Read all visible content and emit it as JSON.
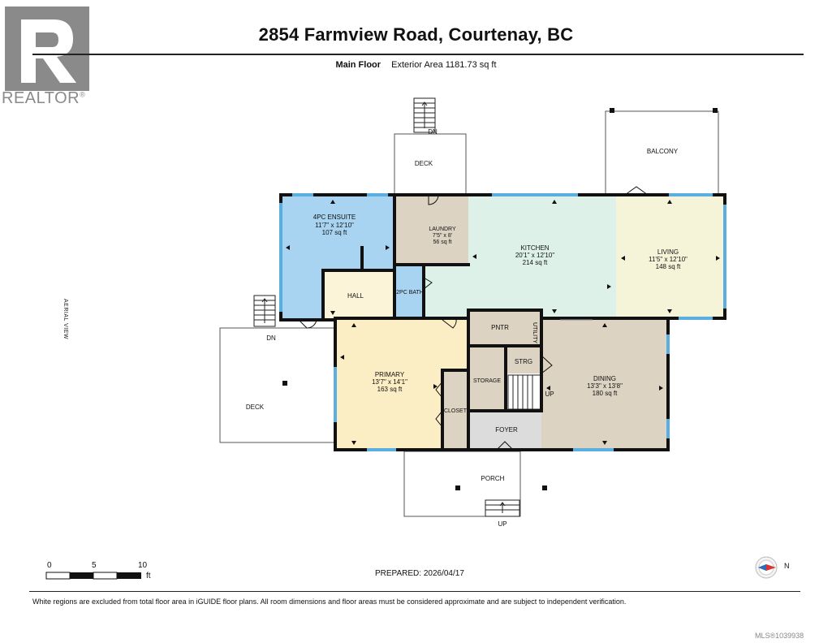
{
  "header": {
    "title": "2854 Farmview Road, Courtenay, BC",
    "floor_label": "Main Floor",
    "area_label": "Exterior Area 1181.73 sq ft"
  },
  "logo": {
    "word": "REALTOR",
    "mark": "®"
  },
  "aerial_view": "AERIAL VIEW",
  "rooms": {
    "ensuite": {
      "name": "4PC ENSUITE",
      "dims": "11'7\" x 12'10\"",
      "area": "107 sq ft",
      "color": "#a8d4f2"
    },
    "laundry": {
      "name": "LAUNDRY",
      "dims": "7'5\" x 8'",
      "area": "56 sq ft",
      "color": "#ddd3c2"
    },
    "kitchen": {
      "name": "KITCHEN",
      "dims": "20'1\" x 12'10\"",
      "area": "214 sq ft",
      "color": "#ddf1e8"
    },
    "living": {
      "name": "LIVING",
      "dims": "11'5\" x 12'10\"",
      "area": "148 sq ft",
      "color": "#f5f4d8"
    },
    "hall": {
      "name": "HALL",
      "color": "#fbf4d8"
    },
    "bath2": {
      "name": "2PC BATH",
      "color": "#a8d4f2"
    },
    "primary": {
      "name": "PRIMARY",
      "dims": "13'7\" x 14'1\"",
      "area": "163 sq ft",
      "color": "#fbedc4"
    },
    "closet": {
      "name": "CLOSET",
      "color": "#ddd3c2"
    },
    "pantry": {
      "name": "PNTR",
      "color": "#ddd3c2"
    },
    "utility": {
      "name": "UTILITY",
      "color": "#ddd3c2"
    },
    "strg": {
      "name": "STRG",
      "color": "#ddd3c2"
    },
    "storage": {
      "name": "STORAGE",
      "color": "#ddd3c2"
    },
    "dining": {
      "name": "DINING",
      "dims": "13'3\" x 13'8\"",
      "area": "180 sq ft",
      "color": "#ddd3c2"
    },
    "foyer": {
      "name": "FOYER",
      "color": "#dcdcdc"
    }
  },
  "outdoor": {
    "deck_top": "DECK",
    "deck_left": "DECK",
    "balcony": "BALCONY",
    "porch": "PORCH"
  },
  "stair_labels": {
    "top_dn": "DN",
    "left_dn": "DN",
    "inner_up": "UP",
    "porch_up": "UP"
  },
  "scale": {
    "t0": "0",
    "t5": "5",
    "t10": "10",
    "unit": "ft"
  },
  "compass_label": "N",
  "prepared": "PREPARED: 2026/04/17",
  "disclaimer": "White regions are excluded from total floor area in iGUIDE floor plans. All room dimensions and floor areas must be considered approximate and are subject to independent verification.",
  "mls": "MLS®1039938",
  "colors": {
    "wall": "#111111",
    "window": "#5aaee0"
  }
}
